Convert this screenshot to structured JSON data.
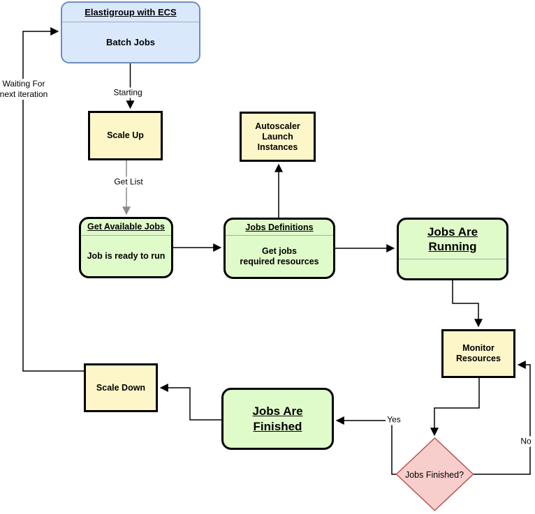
{
  "colors": {
    "blue_fill": "#dae8fc",
    "blue_border": "#6c8ebf",
    "yellow_fill": "#fdf6c9",
    "green_fill": "#e0fbca",
    "black_border": "#000000",
    "diamond_fill": "#f8cecc",
    "diamond_border": "#b85450",
    "edge_black": "#000000",
    "edge_gray": "#8c8c8c",
    "divider_gray": "#a3a9b5"
  },
  "nodes": {
    "elastigroup": {
      "header": "Elastigroup with ECS",
      "body": "Batch Jobs"
    },
    "scale_up": {
      "label": "Scale Up"
    },
    "autoscaler": {
      "label": "Autoscaler\nLaunch\nInstances"
    },
    "get_available_jobs": {
      "header": "Get Available Jobs",
      "body": "Job is ready to run"
    },
    "jobs_definitions": {
      "header": "Jobs Definitions",
      "body": "Get jobs\nrequired resources"
    },
    "jobs_are_running": {
      "header": "Jobs Are\nRunning"
    },
    "monitor_resources": {
      "label": "Monitor\nResources"
    },
    "jobs_finished": {
      "label": "Jobs Finished?"
    },
    "jobs_are_finished": {
      "label": "Jobs Are\nFinished"
    },
    "scale_down": {
      "label": "Scale Down"
    }
  },
  "edge_labels": {
    "starting": "Starting",
    "get_list": "Get List",
    "yes": "Yes",
    "no": "No",
    "waiting": "Waiting For\nnext iteration"
  }
}
